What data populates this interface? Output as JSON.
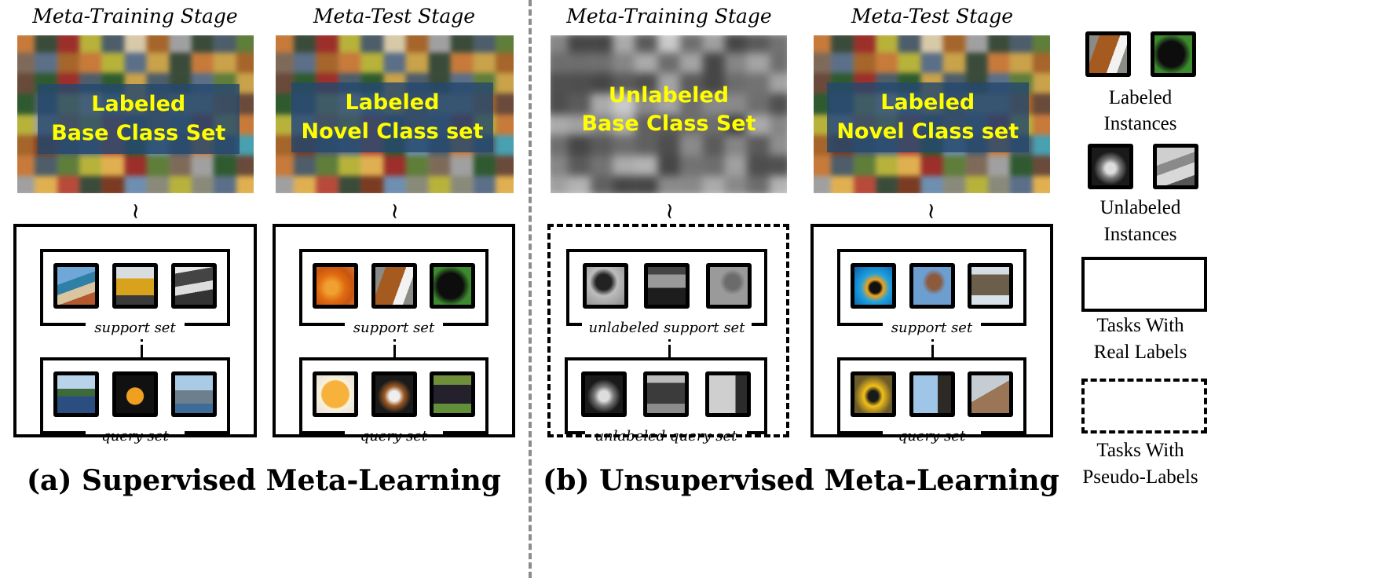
{
  "figure": {
    "panels": {
      "supervised": {
        "caption": "(a) Supervised Meta-Learning",
        "stages": [
          {
            "title": "Meta-Training Stage",
            "dataset_label_line1": "Labeled",
            "dataset_label_line2": "Base Class Set",
            "dataset_style": "color",
            "task_box_style": "solid",
            "support_label": "support set",
            "query_label": "query set",
            "support_images": [
              "beach-cliff",
              "yellow-school-bus",
              "aircraft-carrier-bw"
            ],
            "query_images": [
              "sea-cliff",
              "school-bus-front",
              "aircraft-carrier"
            ]
          },
          {
            "title": "Meta-Test Stage",
            "dataset_label_line1": "Labeled",
            "dataset_label_line2": "Novel Class set",
            "dataset_style": "color",
            "task_box_style": "solid",
            "support_label": "support set",
            "query_label": "query set",
            "support_images": [
              "orange-halves",
              "brown-white-dog",
              "black-newfoundland-dog"
            ],
            "query_images": [
              "orange-slice",
              "beagle-dog",
              "black-dog-on-grass"
            ]
          }
        ]
      },
      "unsupervised": {
        "caption": "(b) Unsupervised Meta-Learning",
        "stages": [
          {
            "title": "Meta-Training Stage",
            "dataset_label_line1": "Unlabeled",
            "dataset_label_line2": "Base Class Set",
            "dataset_style": "grayscale",
            "task_box_style": "dashed",
            "support_label": "unlabeled support set",
            "query_label": "unlabeled query set",
            "support_images": [
              "puppy-bw",
              "school-bus-bw",
              "bird-on-branch-bw"
            ],
            "query_images": [
              "beagle-dog-bw",
              "black-dog-bw",
              "bird-on-tree-bw"
            ]
          },
          {
            "title": "Meta-Test Stage",
            "dataset_label_line1": "Labeled",
            "dataset_label_line2": "Novel Class set",
            "dataset_style": "color",
            "task_box_style": "solid",
            "support_label": "support set",
            "query_label": "query set",
            "support_images": [
              "tropical-fish-blue",
              "finch-on-branch",
              "rocky-coast"
            ],
            "query_images": [
              "yellow-angelfish",
              "finch-on-tree",
              "coastal-cliffs"
            ]
          }
        ]
      }
    },
    "legend": {
      "labeled_instances": [
        "Labeled",
        "Instances"
      ],
      "unlabeled_instances": [
        "Unlabeled",
        "Instances"
      ],
      "real_label_tasks": [
        "Tasks With",
        "Real Labels"
      ],
      "pseudo_label_tasks": [
        "Tasks With",
        "Pseudo-Labels"
      ]
    },
    "colors": {
      "dataset_label_text": "#ffff00",
      "dataset_label_box": "#24486e",
      "divider": "#8c8c8c",
      "frame": "#000000"
    }
  }
}
